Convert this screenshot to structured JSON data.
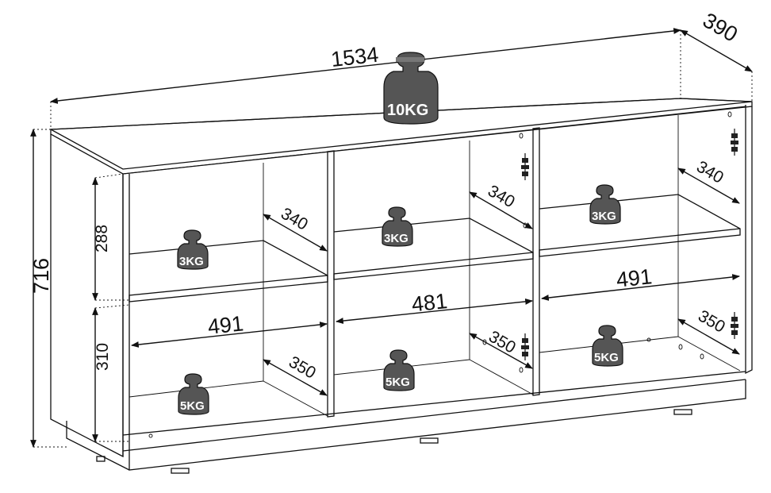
{
  "dimensions": {
    "width": "1534",
    "depth": "390",
    "height": "716",
    "top_shelf_height": "288",
    "bottom_shelf_height": "310",
    "left_bottom_width": "491",
    "middle_width": "481",
    "right_top_width": "491",
    "left_top_depth": "340",
    "middle_top_depth": "340",
    "right_top_depth": "340",
    "left_bottom_depth": "350",
    "middle_bottom_depth": "350",
    "right_bottom_depth": "350"
  },
  "weights": {
    "top": "10KG",
    "left_upper": "3KG",
    "middle_upper": "3KG",
    "right_upper": "3KG",
    "left_lower": "5KG",
    "middle_lower": "5KG",
    "right_lower": "5KG"
  }
}
